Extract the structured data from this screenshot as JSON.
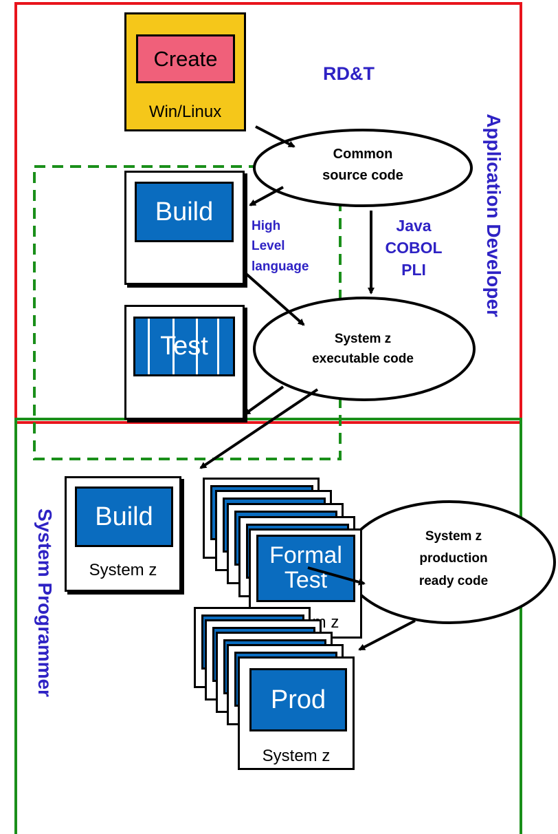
{
  "roles": {
    "application_developer": "Application Developer",
    "system_programmer": "System Programmer"
  },
  "rdt_label": "RD&T",
  "create": {
    "title": "Create",
    "platform": "Win/Linux"
  },
  "dev_build": {
    "title": "Build"
  },
  "dev_test": {
    "title": "Test"
  },
  "common_source": {
    "line1": "Common",
    "line2": "source code"
  },
  "hll_label": {
    "line1": "High",
    "line2": "Level",
    "line3": "language"
  },
  "languages": {
    "line1": "Java",
    "line2": "COBOL",
    "line3": "PLI"
  },
  "executable": {
    "line1": "System z",
    "line2": "executable code"
  },
  "sys_build": {
    "title": "Build",
    "platform": "System z"
  },
  "formal_test": {
    "line1": "Formal",
    "line2": "Test",
    "platform": "System z"
  },
  "production_ready": {
    "line1": "System z",
    "line2": "production",
    "line3": "ready code"
  },
  "prod": {
    "title": "Prod",
    "platform": "System z"
  },
  "colors": {
    "app_dev_frame": "#e8141c",
    "sys_prog_frame": "#1a8f1a",
    "dashed_group": "#1a8f1a",
    "screen_blue": "#0a6cbf",
    "create_panel": "#f5c71a",
    "create_screen": "#f0607a",
    "label_purple": "#2e22c4"
  }
}
